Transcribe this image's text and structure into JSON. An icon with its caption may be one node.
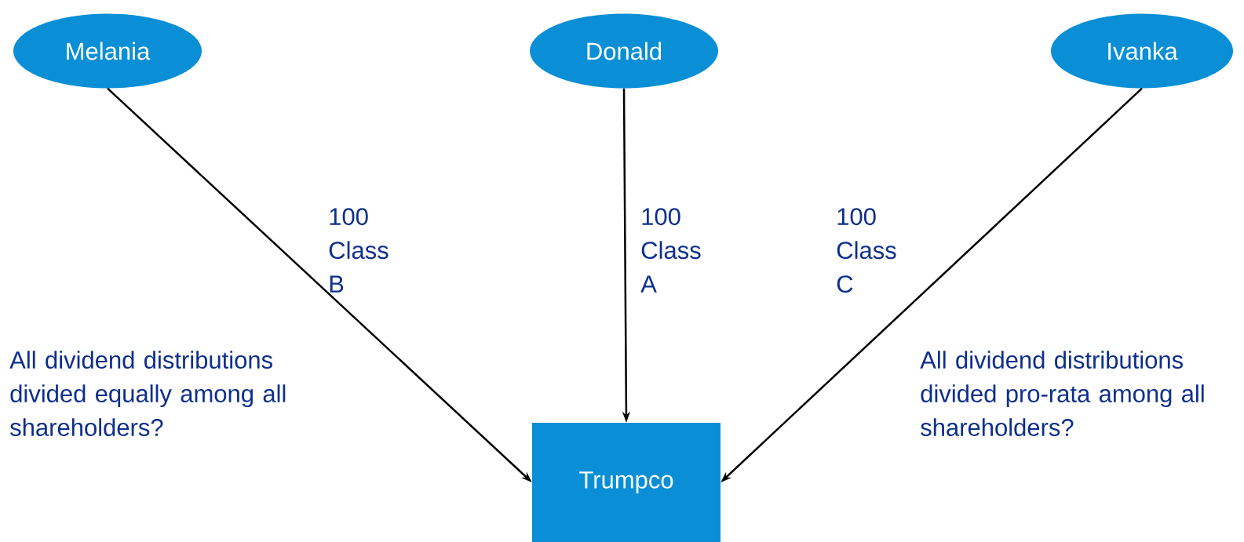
{
  "diagram": {
    "nodes": [
      {
        "text": [
          "Melania"
        ]
      },
      {
        "text": [
          "Donald"
        ]
      },
      {
        "text": [
          "Ivanka"
        ]
      },
      {
        "text": [
          "Trumpco"
        ]
      }
    ],
    "edges": [
      {
        "from": 0,
        "to": 3,
        "arrow": "to",
        "label": "100 Class B"
      },
      {
        "from": 1,
        "to": 3,
        "arrow": "to",
        "label": "100 Class A"
      },
      {
        "from": 2,
        "to": 3,
        "arrow": "to",
        "label": "100 Class C"
      }
    ],
    "labels": [
      "All dividend distributions divided equally among all shareholders?",
      "All dividend distributions divided pro-rata among all shareholders?"
    ]
  }
}
